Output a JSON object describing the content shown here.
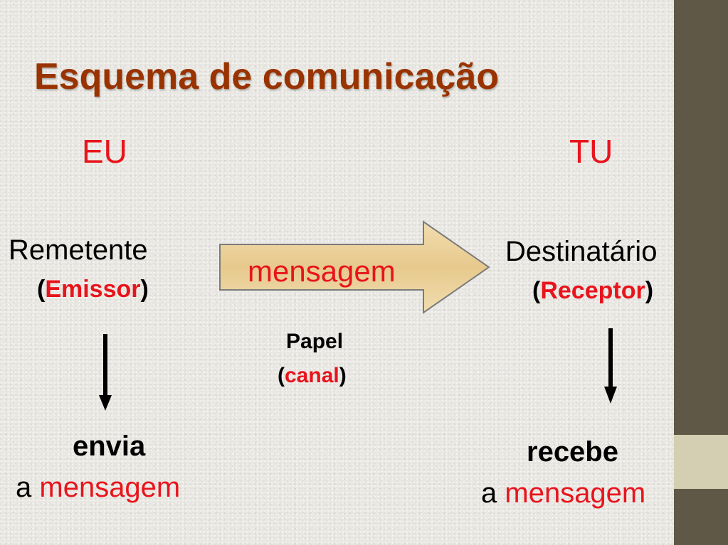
{
  "title": "Esquema de comunicação",
  "sender": {
    "pronoun": "EU",
    "role": "Remetente",
    "alt_open": "(",
    "alt": "Emissor",
    "alt_close": ")",
    "action": "envia",
    "object_article": "a",
    "object": "mensagem"
  },
  "receiver": {
    "pronoun": "TU",
    "role": "Destinatário",
    "alt_open": "(",
    "alt": "Receptor",
    "alt_close": ")",
    "action": "recebe",
    "object_article": "a",
    "object": "mensagem"
  },
  "message": {
    "label": "mensagem",
    "medium": "Papel",
    "channel_open": "(",
    "channel": "canal",
    "channel_close": ")"
  },
  "colors": {
    "title": "#993300",
    "accent": "#e8141c",
    "side_bar": "#5f5847"
  }
}
